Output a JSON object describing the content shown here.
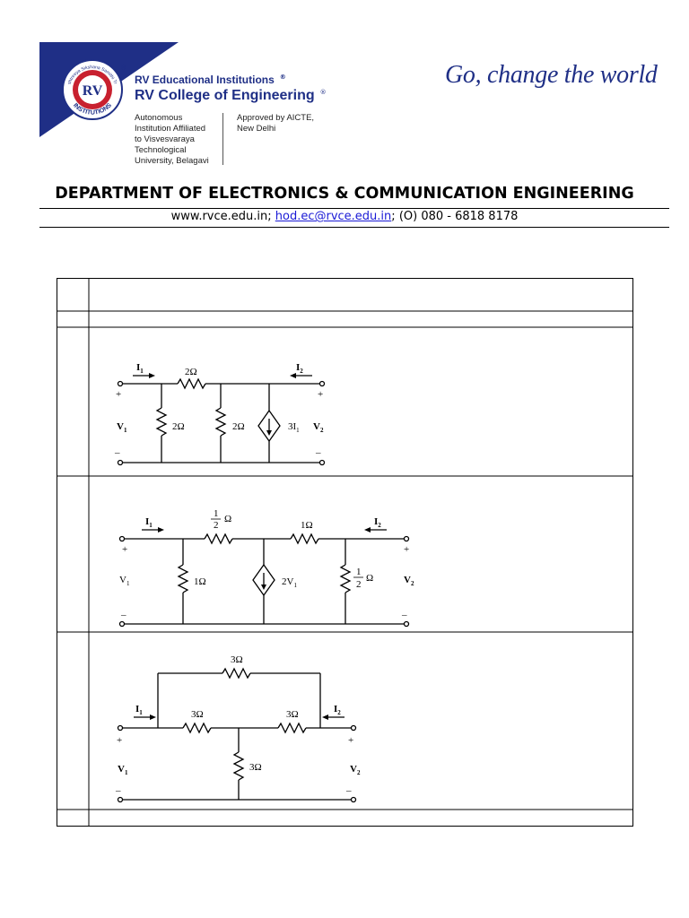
{
  "header": {
    "brand_color": "#1f2f86",
    "seal_text": "INSTITUTIONS",
    "seal_monogram": "RV",
    "seal_arc_text": "Rashtreeya Sikshana Samithi Trust",
    "registered_mark": "®",
    "group_name": "RV Educational Institutions",
    "college_name": "RV College of Engineering",
    "affiliation": [
      "Autonomous",
      "Institution Affiliated",
      "to Visvesvaraya",
      "Technological",
      "University, Belagavi"
    ],
    "approval": [
      "Approved by AICTE,",
      "New Delhi"
    ],
    "tagline": "Go, change the world"
  },
  "department": {
    "title": "DEPARTMENT OF ELECTRONICS & COMMUNICATION ENGINEERING",
    "website": "www.rvce.edu.in",
    "separator": ";",
    "email": "hod.ec@rvce.edu.in",
    "phone": "(O) 080 - 6818 8178"
  },
  "circuits": {
    "c1": {
      "i1": "I",
      "i1_sub": "1",
      "i2": "I",
      "i2_sub": "2",
      "r_top": "2Ω",
      "r_left": "2Ω",
      "r_mid": "2Ω",
      "src": "3I",
      "src_sub": "1",
      "v1": "V",
      "v1_sub": "1",
      "v2": "V",
      "v2_sub": "2",
      "plus": "+",
      "minus": "–"
    },
    "c2": {
      "i1": "I",
      "i1_sub": "1",
      "i2": "I",
      "i2_sub": "2",
      "frac_num": "1",
      "frac_den": "2",
      "ohm": "Ω",
      "r_top_right": "1Ω",
      "r_left": "1Ω",
      "src": "2V",
      "src_sub": "1",
      "v1": "V",
      "v1_sub": "1",
      "v2": "V",
      "v2_sub": "2",
      "plus": "+",
      "minus": "–"
    },
    "c3": {
      "i1": "I",
      "i1_sub": "1",
      "i2": "I",
      "i2_sub": "2",
      "r_top": "3Ω",
      "r_left": "3Ω",
      "r_right": "3Ω",
      "r_mid": "3Ω",
      "v1": "V",
      "v1_sub": "1",
      "v2": "V",
      "v2_sub": "2",
      "plus": "+",
      "minus": "–"
    }
  }
}
